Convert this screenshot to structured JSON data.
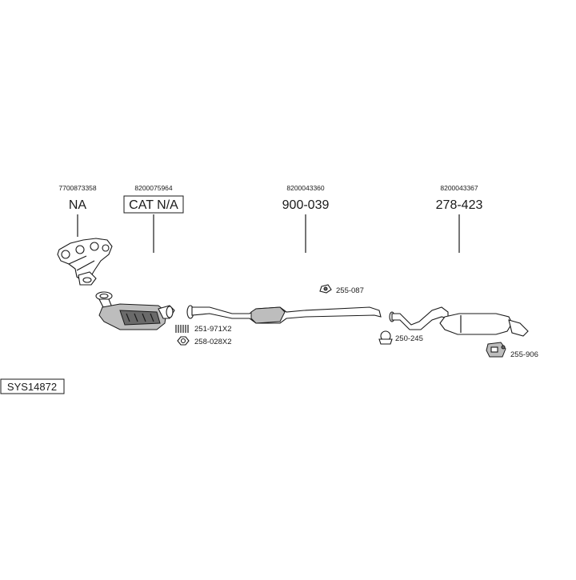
{
  "diagram": {
    "system_code": "SYS14872",
    "components": [
      {
        "ref": "7700873358",
        "part": "NA",
        "boxed": false
      },
      {
        "ref": "8200075964",
        "part": "CAT N/A",
        "boxed": true
      },
      {
        "ref": "8200043360",
        "part": "900-039",
        "boxed": false
      },
      {
        "ref": "8200043367",
        "part": "278-423",
        "boxed": false
      }
    ],
    "accessories": [
      {
        "code": "255-087",
        "icon": "clamp-bracket-icon"
      },
      {
        "code": "251-971X2",
        "icon": "spring-icon"
      },
      {
        "code": "258-028X2",
        "icon": "nut-icon"
      },
      {
        "code": "250-245",
        "icon": "pipe-clamp-icon"
      },
      {
        "code": "255-906",
        "icon": "rubber-mount-icon"
      }
    ]
  }
}
